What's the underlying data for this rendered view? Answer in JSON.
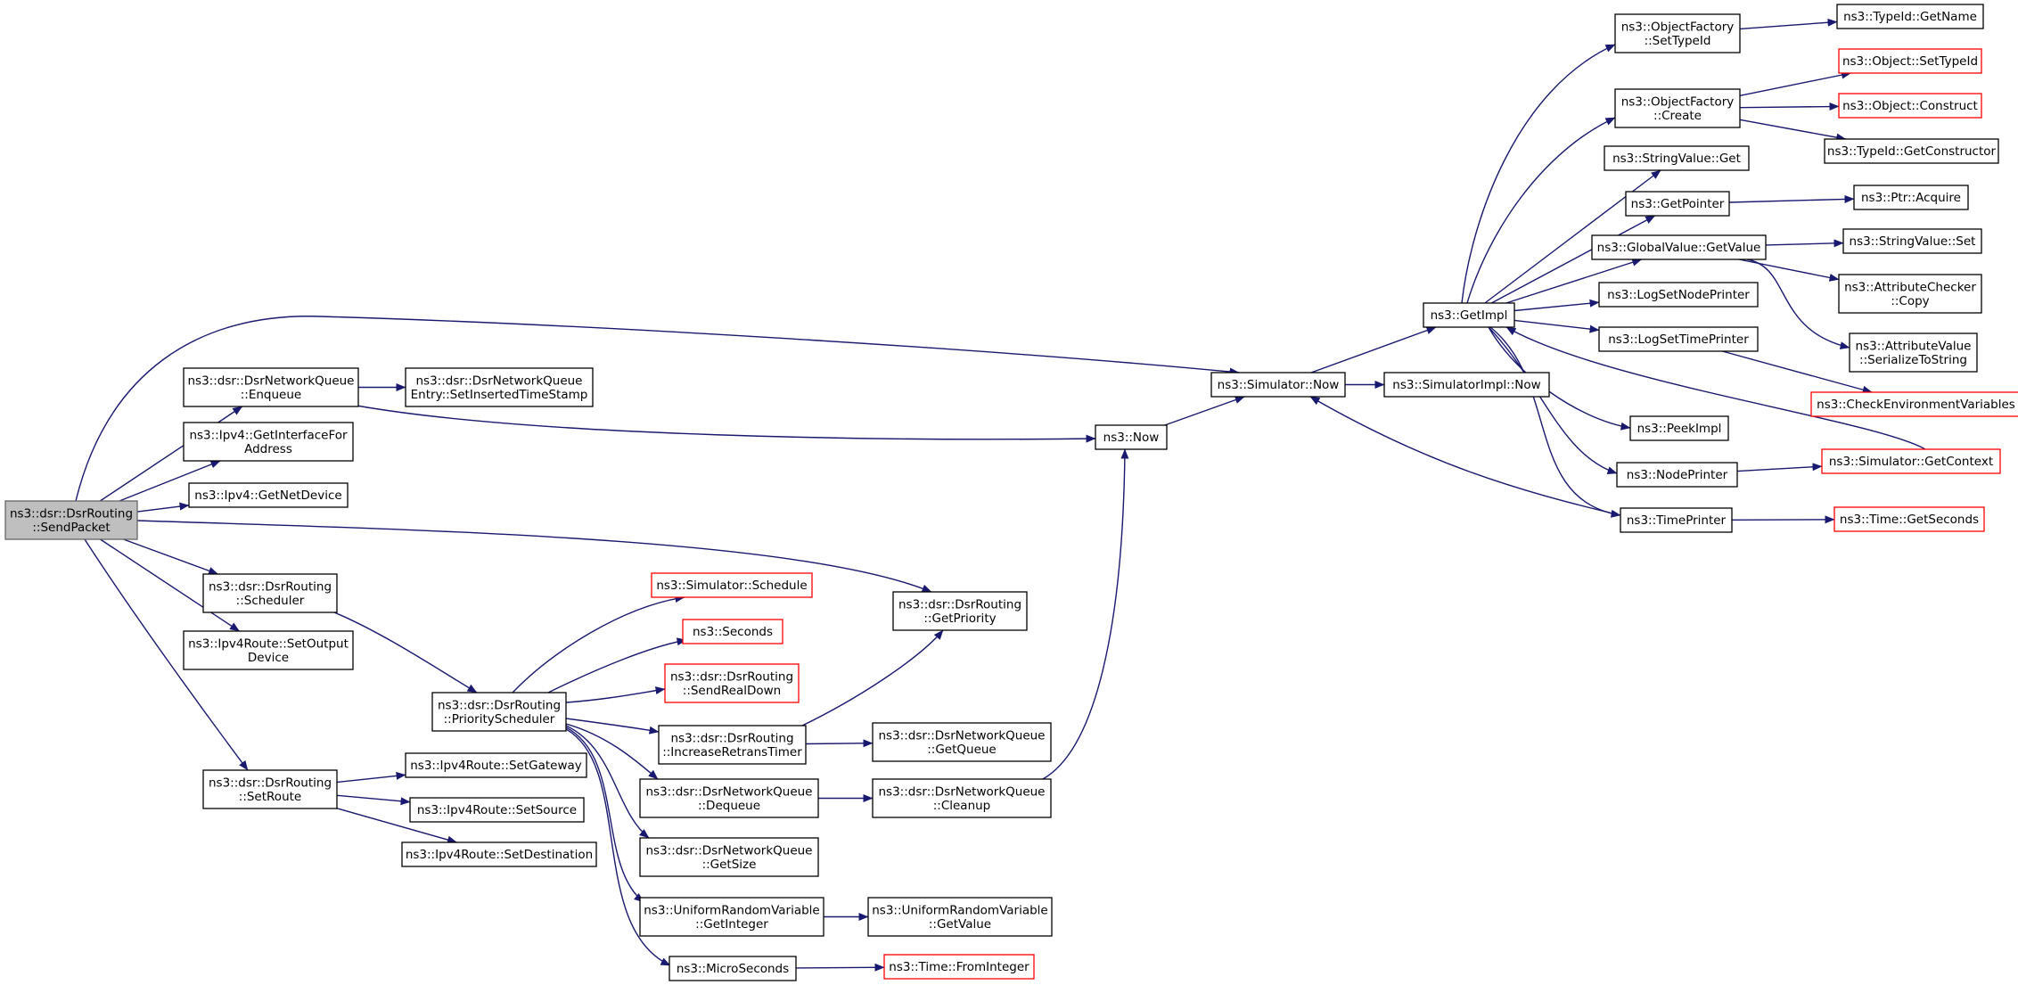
{
  "nodes": {
    "send_packet": [
      "ns3::dsr::DsrRouting",
      "::SendPacket"
    ],
    "nq_enqueue": [
      "ns3::dsr::DsrNetworkQueue",
      "::Enqueue"
    ],
    "nqe_setts": [
      "ns3::dsr::DsrNetworkQueue",
      "Entry::SetInsertedTimeStamp"
    ],
    "ipv4_getif": [
      "ns3::Ipv4::GetInterfaceFor",
      "Address"
    ],
    "ipv4_getdev": [
      "ns3::Ipv4::GetNetDevice"
    ],
    "dsr_scheduler": [
      "ns3::dsr::DsrRouting",
      "::Scheduler"
    ],
    "route_setout": [
      "ns3::Ipv4Route::SetOutput",
      "Device"
    ],
    "dsr_setroute": [
      "ns3::dsr::DsrRouting",
      "::SetRoute"
    ],
    "route_setgw": [
      "ns3::Ipv4Route::SetGateway"
    ],
    "route_setsrc": [
      "ns3::Ipv4Route::SetSource"
    ],
    "route_setdst": [
      "ns3::Ipv4Route::SetDestination"
    ],
    "prio_sched": [
      "ns3::dsr::DsrRouting",
      "::PriorityScheduler"
    ],
    "sim_schedule": [
      "ns3::Simulator::Schedule"
    ],
    "seconds": [
      "ns3::Seconds"
    ],
    "send_real_down": [
      "ns3::dsr::DsrRouting",
      "::SendRealDown"
    ],
    "inc_retrans": [
      "ns3::dsr::DsrRouting",
      "::IncreaseRetransTimer"
    ],
    "nq_dequeue": [
      "ns3::dsr::DsrNetworkQueue",
      "::Dequeue"
    ],
    "nq_getsize": [
      "ns3::dsr::DsrNetworkQueue",
      "::GetSize"
    ],
    "urv_getint": [
      "ns3::UniformRandomVariable",
      "::GetInteger"
    ],
    "microseconds": [
      "ns3::MicroSeconds"
    ],
    "get_priority": [
      "ns3::dsr::DsrRouting",
      "::GetPriority"
    ],
    "nq_getqueue": [
      "ns3::dsr::DsrNetworkQueue",
      "::GetQueue"
    ],
    "nq_cleanup": [
      "ns3::dsr::DsrNetworkQueue",
      "::Cleanup"
    ],
    "urv_getvalue": [
      "ns3::UniformRandomVariable",
      "::GetValue"
    ],
    "time_fromint": [
      "ns3::Time::FromInteger"
    ],
    "now": [
      "ns3::Now"
    ],
    "sim_now": [
      "ns3::Simulator::Now"
    ],
    "simimpl_now": [
      "ns3::SimulatorImpl::Now"
    ],
    "get_impl": [
      "ns3::GetImpl"
    ],
    "of_settypeid": [
      "ns3::ObjectFactory",
      "::SetTypeId"
    ],
    "of_create": [
      "ns3::ObjectFactory",
      "::Create"
    ],
    "sv_get": [
      "ns3::StringValue::Get"
    ],
    "get_pointer": [
      "ns3::GetPointer"
    ],
    "gv_getvalue": [
      "ns3::GlobalValue::GetValue"
    ],
    "log_nodeprinter": [
      "ns3::LogSetNodePrinter"
    ],
    "log_timeprinter": [
      "ns3::LogSetTimePrinter"
    ],
    "peek_impl": [
      "ns3::PeekImpl"
    ],
    "node_printer": [
      "ns3::NodePrinter"
    ],
    "time_printer": [
      "ns3::TimePrinter"
    ],
    "typeid_getname": [
      "ns3::TypeId::GetName"
    ],
    "obj_settypeid": [
      "ns3::Object::SetTypeId"
    ],
    "obj_construct": [
      "ns3::Object::Construct"
    ],
    "typeid_getctor": [
      "ns3::TypeId::GetConstructor"
    ],
    "ptr_acquire": [
      "ns3::Ptr::Acquire"
    ],
    "sv_set": [
      "ns3::StringValue::Set"
    ],
    "ac_copy": [
      "ns3::AttributeChecker",
      "::Copy"
    ],
    "av_serialize": [
      "ns3::AttributeValue",
      "::SerializeToString"
    ],
    "check_env": [
      "ns3::CheckEnvironmentVariables"
    ],
    "sim_getcontext": [
      "ns3::Simulator::GetContext"
    ],
    "time_getseconds": [
      "ns3::Time::GetSeconds"
    ]
  },
  "colors": {
    "edge": "#191970",
    "missing_border": "#ff0000",
    "root_fill": "#bfbfbf"
  }
}
